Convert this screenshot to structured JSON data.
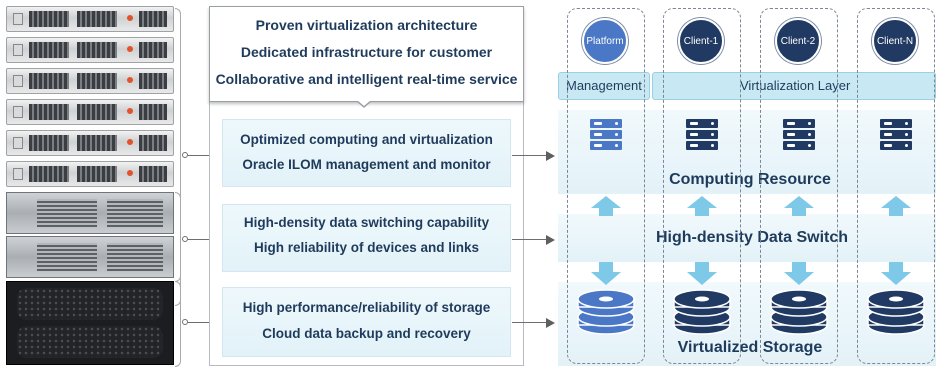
{
  "hardware_photo": {
    "server_1u_count": 6,
    "chassis_count": 2,
    "storage_shelf_count": 1
  },
  "top_box": {
    "lines": [
      "Proven virtualization architecture",
      "Dedicated infrastructure for customer",
      "Collaborative and intelligent real-time service"
    ]
  },
  "feature_boxes": [
    {
      "lines": [
        "Optimized computing and virtualization",
        "Oracle ILOM management and monitor"
      ]
    },
    {
      "lines": [
        "High-density data switching capability",
        "High reliability of devices and links"
      ]
    },
    {
      "lines": [
        "High performance/reliability of storage",
        "Cloud data backup and recovery"
      ]
    }
  ],
  "architecture": {
    "management_label": "Management",
    "virtualization_label": "Virtualization Layer",
    "nodes": [
      {
        "label": "Platform",
        "style": "light"
      },
      {
        "label": "Client-1",
        "style": "dark"
      },
      {
        "label": "Client-2",
        "style": "dark"
      },
      {
        "label": "Client-N",
        "style": "dark"
      }
    ],
    "layers": {
      "computing": "Computing Resource",
      "switch": "High-density Data Switch",
      "storage": "Virtualized Storage"
    }
  },
  "colors": {
    "text_dark": "#1f3b5c",
    "node_light": "#4a78c7",
    "node_dark": "#213a63",
    "arrow": "#7ec8e8",
    "layer_bg": "#e3f2f8",
    "header_bg": "#c8e8f4"
  },
  "icons": [
    "server-stack-icon",
    "disk-stack-icon",
    "up-arrow-icon",
    "down-arrow-icon",
    "connector-arrow-icon"
  ]
}
